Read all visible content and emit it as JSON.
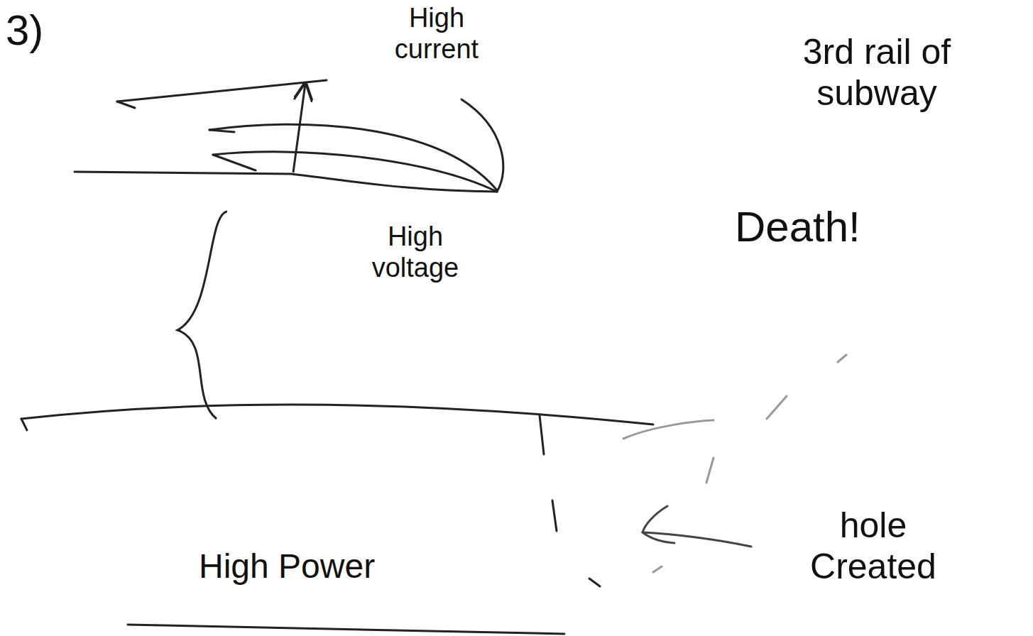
{
  "diagram": {
    "labels": [
      "3)",
      "High current",
      "High voltage",
      "3rd rail of subway",
      "Death!",
      "High Power",
      "hole Created"
    ]
  }
}
